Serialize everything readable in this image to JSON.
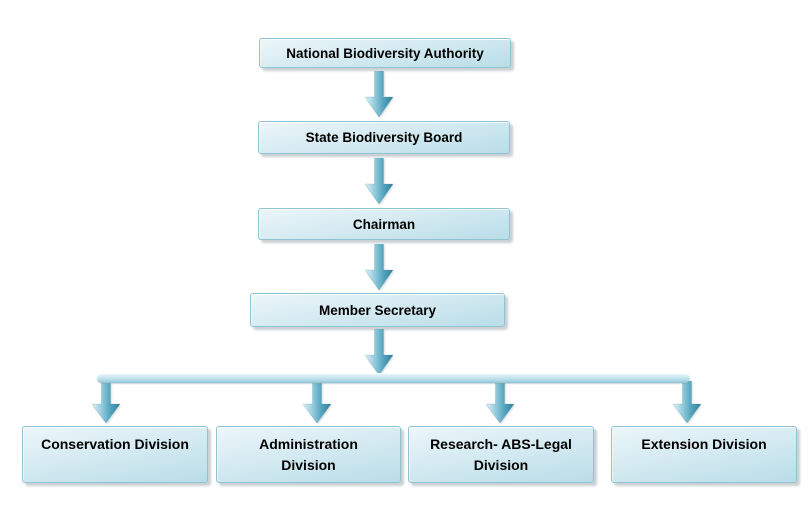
{
  "diagram": {
    "type": "org-chart",
    "chain": [
      {
        "label": "National Biodiversity Authority"
      },
      {
        "label": "State Biodiversity Board"
      },
      {
        "label": "Chairman"
      },
      {
        "label": "Member Secretary"
      }
    ],
    "divisions": [
      {
        "label": "Conservation Division"
      },
      {
        "label": "Administration Division"
      },
      {
        "label": "Research- ABS-Legal Division"
      },
      {
        "label": "Extension Division"
      }
    ],
    "colors": {
      "box_gradient_top": "#ecf6fa",
      "box_gradient_bottom": "#b9dde8",
      "box_border": "#8fc2d2",
      "arrow_highlight": "#dff0f5",
      "arrow_shade": "#337f9c",
      "connector_bar_mid": "#b3dbe8",
      "text": "#000000",
      "background": "#ffffff"
    }
  }
}
